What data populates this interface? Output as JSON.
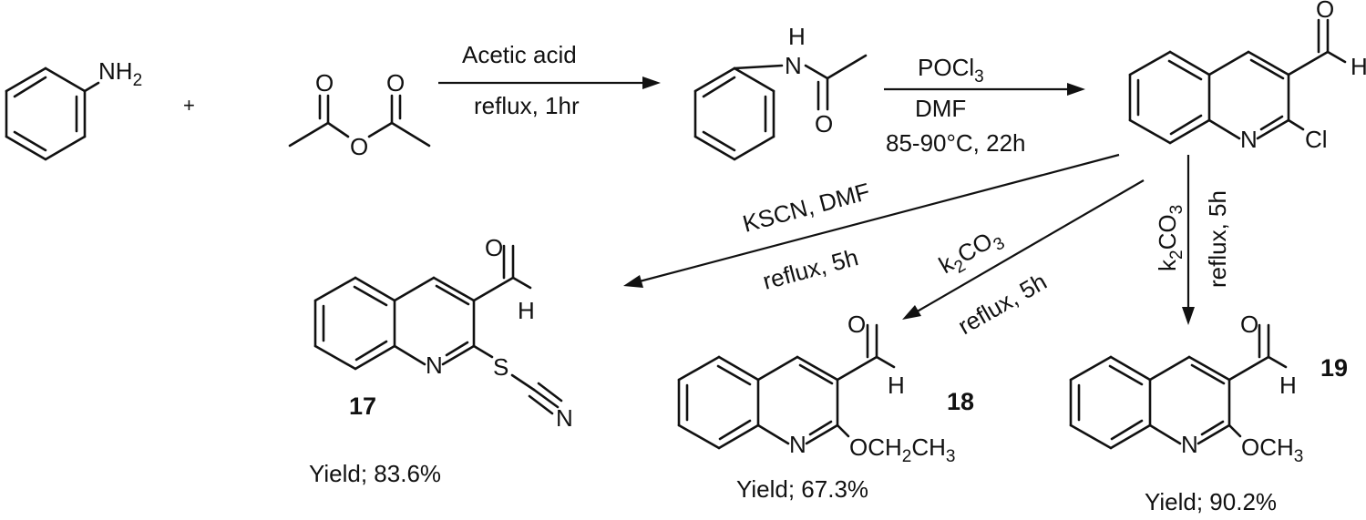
{
  "reagents": {
    "plus": "+"
  },
  "atoms": {
    "N": "N",
    "H": "H",
    "O": "O",
    "S": "S",
    "Cl": "Cl",
    "H2_sub": "2",
    "OCH2CH3": {
      "a": "OCH",
      "b": "2",
      "c": "CH",
      "d": "3"
    },
    "OCH3": {
      "a": "OCH",
      "b": "3"
    }
  },
  "arrows": {
    "step1": {
      "above": "Acetic acid",
      "below": "reflux, 1hr"
    },
    "step2": {
      "above_a": "POCl",
      "above_b": "3",
      "mid": "DMF",
      "below": "85-90°C, 22h"
    },
    "to17": {
      "above": "KSCN, DMF",
      "below": "reflux, 5h"
    },
    "to18": {
      "above_a": "k",
      "above_b": "2",
      "above_c": "CO",
      "above_d": "3",
      "below": "reflux, 5h"
    },
    "to19": {
      "left_a": "k",
      "left_b": "2",
      "left_c": "CO",
      "left_d": "3",
      "right": "reflux, 5h"
    }
  },
  "compounds": [
    {
      "id": "17",
      "yield": "Yield; 83.6%"
    },
    {
      "id": "18",
      "yield": "Yield; 67.3%"
    },
    {
      "id": "19",
      "yield": "Yield; 90.2%"
    }
  ]
}
